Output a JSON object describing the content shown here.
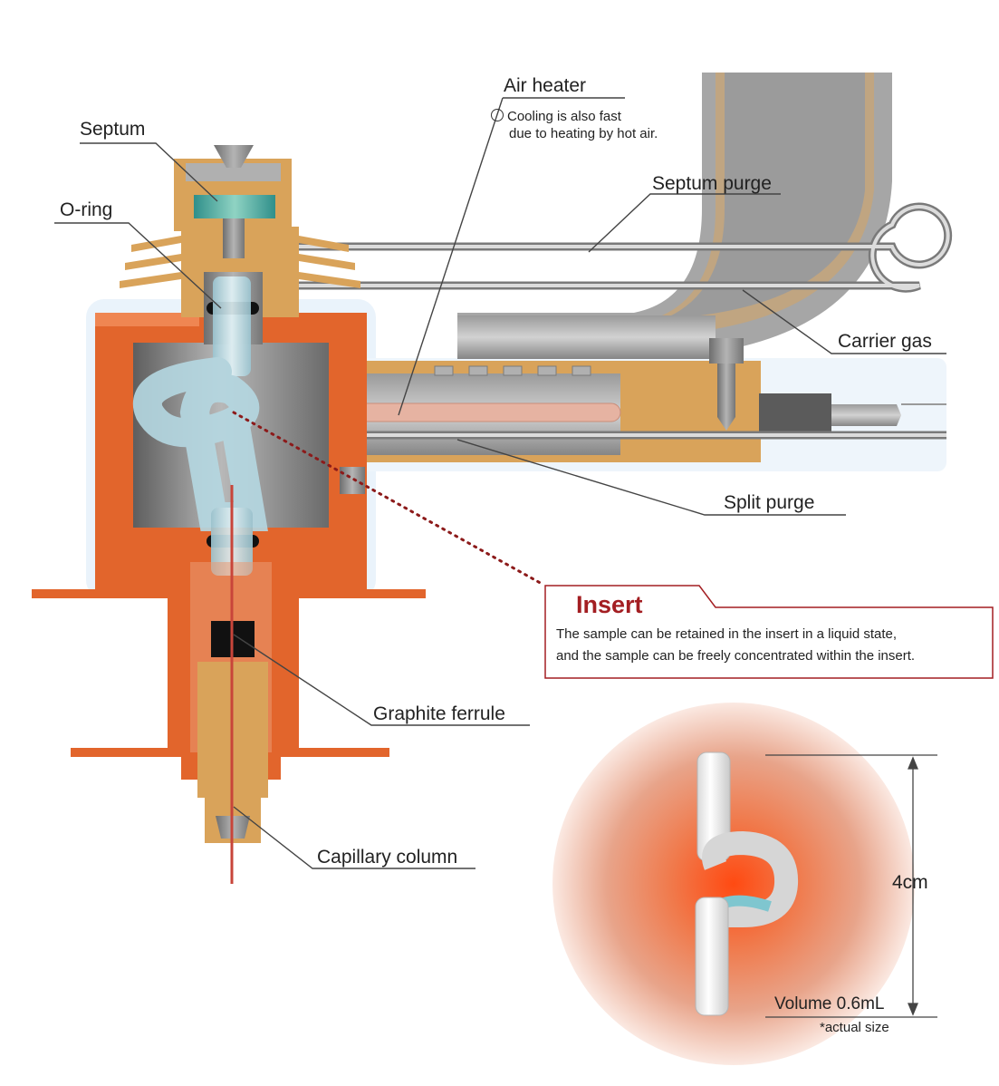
{
  "labels": {
    "septum": "Septum",
    "o_ring": "O-ring",
    "air_heater": "Air heater",
    "air_heater_note_1": "Cooling is also fast",
    "air_heater_note_2": "due to heating by hot air.",
    "septum_purge": "Septum purge",
    "carrier_gas": "Carrier gas",
    "split_purge": "Split purge",
    "graphite_ferrule": "Graphite ferrule",
    "capillary_column": "Capillary column"
  },
  "insert": {
    "title": "Insert",
    "desc_line_1": "The sample can be retained in the insert in a liquid state,",
    "desc_line_2": "and the sample can be freely concentrated within the insert."
  },
  "photo": {
    "height_label": "4cm",
    "volume_label": "Volume 0.6mL",
    "note": "*actual size"
  },
  "colors": {
    "copper": "#e2652c",
    "brass": "#d9a35a",
    "steel": "#8d8d8d",
    "insert_accent": "#a31e22"
  }
}
